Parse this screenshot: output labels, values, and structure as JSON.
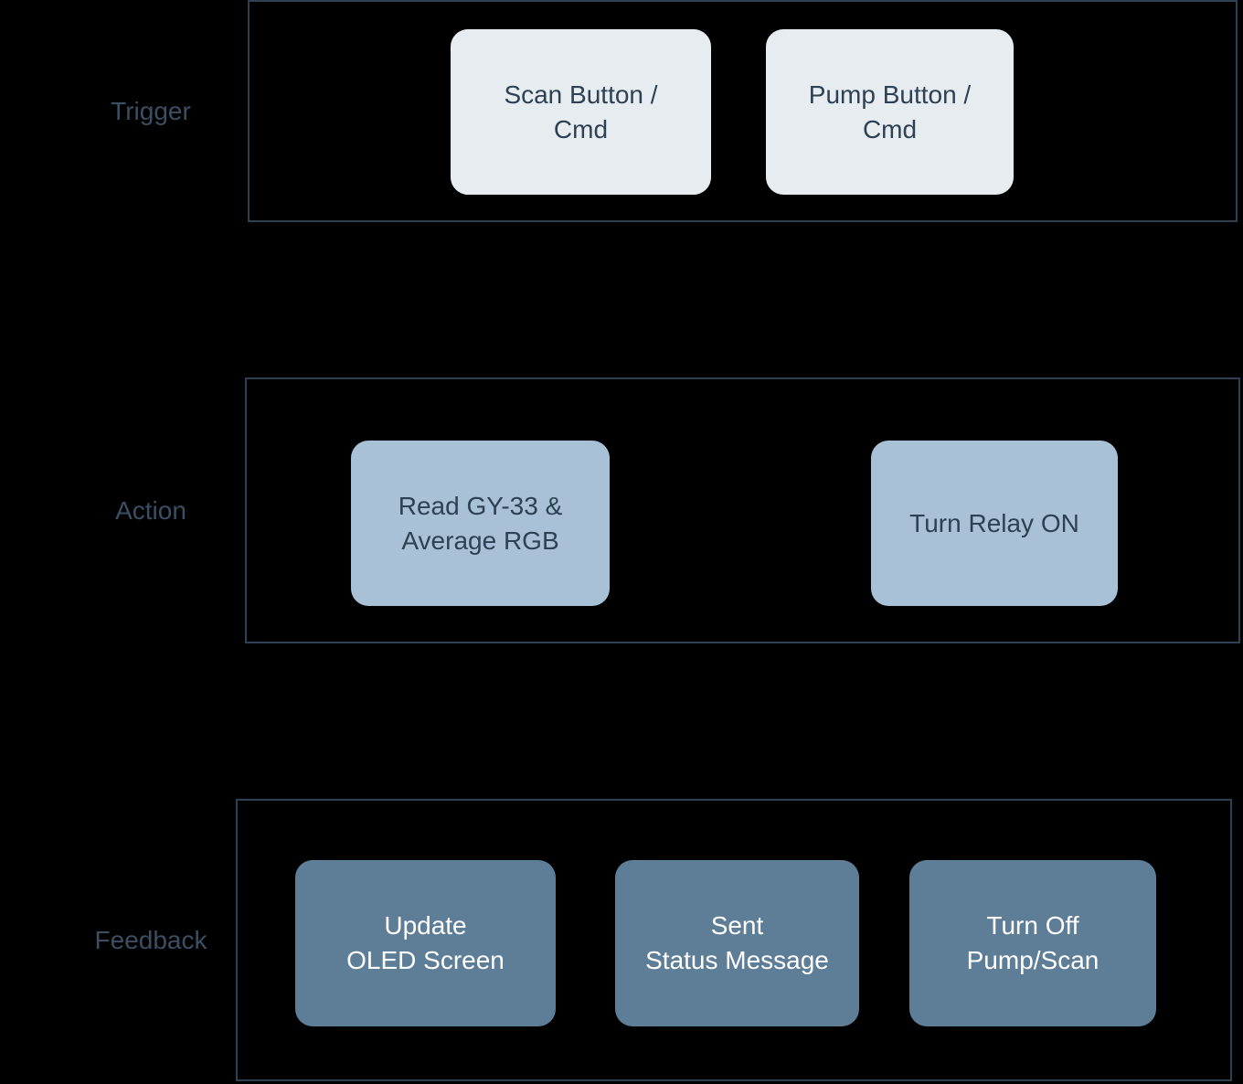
{
  "colors": {
    "background": "#000000",
    "lane_border": "#2e4053",
    "trigger_node_bg": "#e7ecf1",
    "action_node_bg": "#a9c1d6",
    "feedback_node_bg": "#5e7d97",
    "dark_text": "#2d4154",
    "light_text": "#ffffff",
    "lane_label_text": "#3b4e62"
  },
  "lanes": [
    {
      "label": "Trigger",
      "nodes": [
        {
          "label": [
            "Scan Button /",
            "Cmd"
          ]
        },
        {
          "label": [
            "Pump Button /",
            "Cmd"
          ]
        }
      ]
    },
    {
      "label": "Action",
      "nodes": [
        {
          "label": [
            "Read GY-33 &",
            "Average RGB"
          ]
        },
        {
          "label": [
            "Turn Relay ON"
          ]
        }
      ]
    },
    {
      "label": "Feedback",
      "nodes": [
        {
          "label": [
            "Update",
            "OLED Screen"
          ]
        },
        {
          "label": [
            "Sent",
            "Status Message"
          ]
        },
        {
          "label": [
            "Turn Off",
            "Pump/Scan"
          ]
        }
      ]
    }
  ]
}
